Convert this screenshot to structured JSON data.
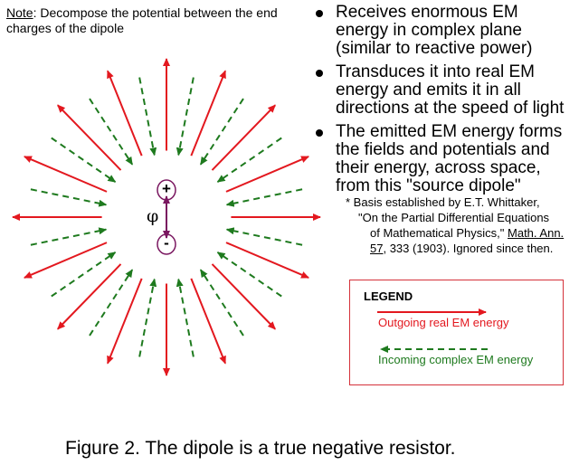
{
  "note": {
    "label": "Note",
    "text": ": Decompose the potential between the end charges of the dipole"
  },
  "bullets": [
    {
      "text": "Receives enormous EM energy in complex plane (similar to reactive power)"
    },
    {
      "text": "Transduces it into real EM energy and emits it in all directions at the speed of light"
    },
    {
      "text": "The emitted EM energy forms the fields and potentials and their energy, across space, from this \"source dipole\""
    }
  ],
  "footnote": {
    "line1": "* Basis established by E.T. Whittaker,",
    "line2": "\"On the Partial Differential Equations",
    "line3": "of Mathematical Physics,\" ",
    "line3_ref": "Math. Ann.",
    "line4_ref": "57",
    "line4": ", 333 (1903).  Ignored since then."
  },
  "dipole": {
    "plus": "+",
    "minus": "-",
    "phi": "φ"
  },
  "legend": {
    "title": "LEGEND",
    "outgoing": "Outgoing real EM energy",
    "incoming": "Incoming complex EM energy"
  },
  "caption": "Figure 2.  The dipole is a true negative resistor.",
  "colors": {
    "outgoing": "#e3181f",
    "incoming": "#1e7a1e",
    "dipole": "#7a1760",
    "legend_border": "#d5313a"
  }
}
